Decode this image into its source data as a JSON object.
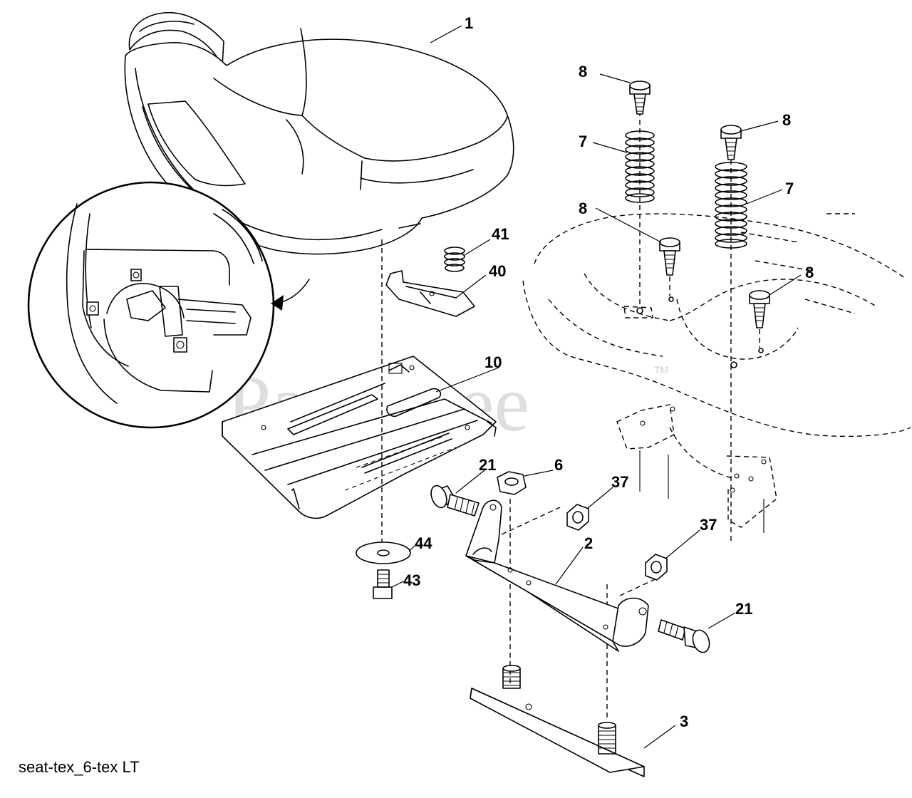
{
  "caption": "seat-tex_6-tex LT",
  "watermark": {
    "text": "PartsTree",
    "mark": "TM"
  },
  "callouts": {
    "seat": "1",
    "seat_bracket": "2",
    "support_plate": "3",
    "nut_6": "6",
    "spring_left": "7",
    "spring_right": "7",
    "bolt_top_left": "8",
    "bolt_top_right": "8",
    "bolt_mid_left": "8",
    "bolt_mid_right": "8",
    "seat_pan": "10",
    "bolt_21_left": "21",
    "bolt_21_right": "21",
    "nut_37_upper": "37",
    "nut_37_lower": "37",
    "clip_40": "40",
    "spring_41": "41",
    "bolt_43": "43",
    "washer_44": "44"
  },
  "colors": {
    "line": "#000000",
    "background": "#ffffff",
    "watermark": "#d3d3d3"
  }
}
